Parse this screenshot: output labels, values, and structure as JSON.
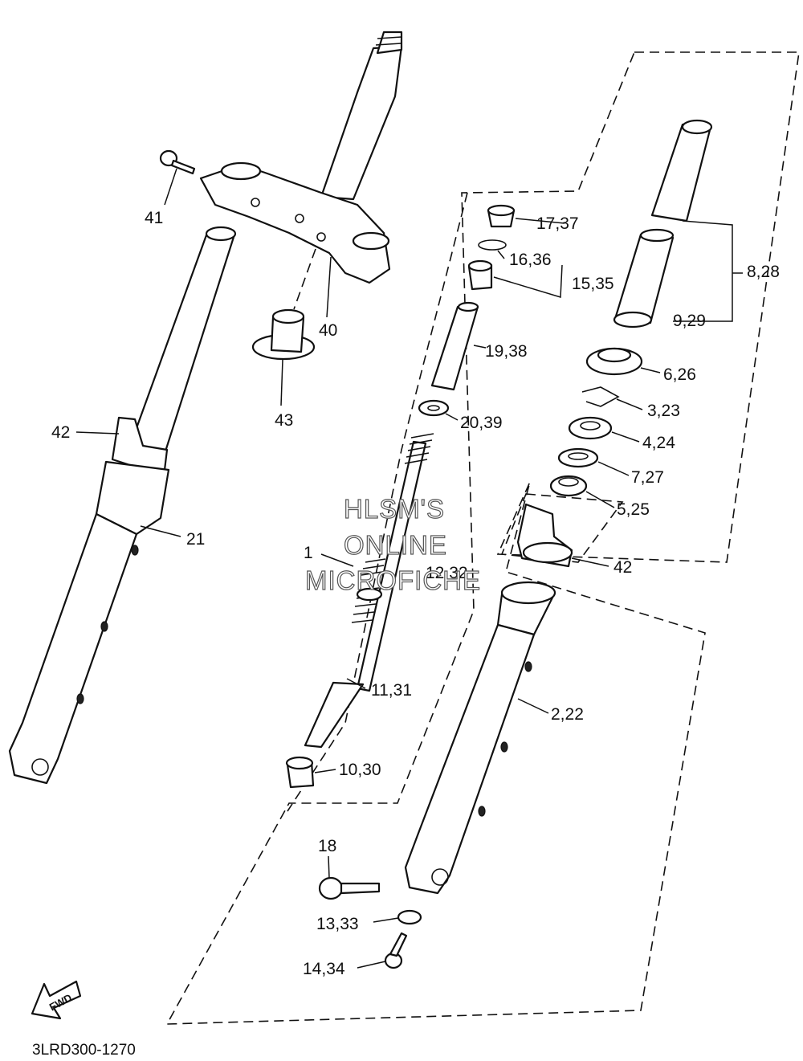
{
  "diagram": {
    "code": "3LRD300-1270",
    "watermark": [
      "HLSM'S",
      "ONLINE",
      "MICROFICHE"
    ],
    "fwd_arrow": "FWD",
    "callouts": [
      {
        "id": "41",
        "text": "41"
      },
      {
        "id": "40",
        "text": "40"
      },
      {
        "id": "43",
        "text": "43"
      },
      {
        "id": "42a",
        "text": "42"
      },
      {
        "id": "21",
        "text": "21"
      },
      {
        "id": "1",
        "text": "1"
      },
      {
        "id": "17_37",
        "text": "17,37"
      },
      {
        "id": "16_36",
        "text": "16,36"
      },
      {
        "id": "15_35",
        "text": "15,35"
      },
      {
        "id": "19_38",
        "text": "19,38"
      },
      {
        "id": "20_39",
        "text": "20,39"
      },
      {
        "id": "12_32",
        "text": "12,32"
      },
      {
        "id": "11_31",
        "text": "11,31"
      },
      {
        "id": "10_30",
        "text": "10,30"
      },
      {
        "id": "8_28",
        "text": "8,28"
      },
      {
        "id": "9_29",
        "text": "9,29"
      },
      {
        "id": "6_26",
        "text": "6,26"
      },
      {
        "id": "3_23",
        "text": "3,23"
      },
      {
        "id": "4_24",
        "text": "4,24"
      },
      {
        "id": "7_27",
        "text": "7,27"
      },
      {
        "id": "5_25",
        "text": "5,25"
      },
      {
        "id": "42b",
        "text": "42"
      },
      {
        "id": "2_22",
        "text": "2,22"
      },
      {
        "id": "18",
        "text": "18"
      },
      {
        "id": "13_33",
        "text": "13,33"
      },
      {
        "id": "14_34",
        "text": "14,34"
      }
    ]
  }
}
